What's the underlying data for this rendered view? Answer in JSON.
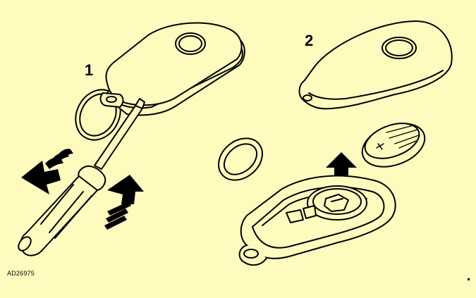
{
  "steps": {
    "step1_number": "1",
    "step2_number": "2"
  },
  "figure_code": "AD26975",
  "colors": {
    "background": "#FFFBBF",
    "line": "#000000",
    "fill": "#FFFBBF"
  },
  "icons": {
    "step1": [
      "key-fob-icon",
      "key-ring-icon",
      "screwdriver-icon",
      "direction-arrow-left-icon",
      "direction-arrow-up-icon"
    ],
    "step2": [
      "fob-cover-icon",
      "o-ring-icon",
      "coin-battery-icon",
      "fob-base-icon",
      "lift-arrow-icon"
    ]
  }
}
